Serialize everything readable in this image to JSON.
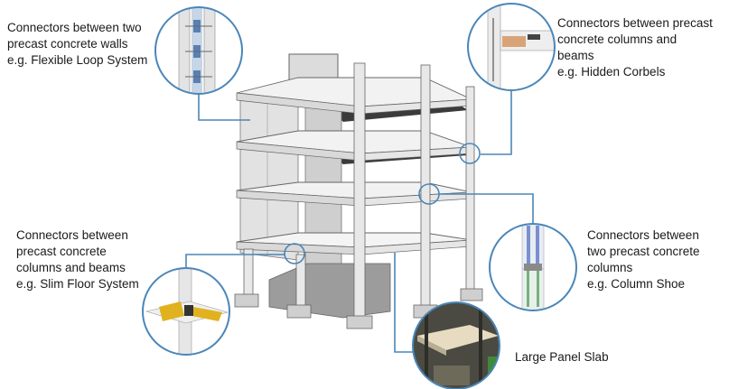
{
  "callouts": {
    "walls": {
      "lines": [
        "Connectors between two",
        "precast concrete walls",
        "e.g. Flexible Loop System"
      ]
    },
    "hidden_corbels": {
      "lines": [
        "Connectors between precast",
        "concrete columns and",
        "beams",
        "e.g. Hidden Corbels"
      ]
    },
    "slim_floor": {
      "lines": [
        "Connectors between",
        "precast concrete",
        "columns and beams",
        "e.g. Slim Floor System"
      ]
    },
    "column_shoe": {
      "lines": [
        "Connectors between",
        "two precast concrete",
        "columns",
        "e.g. Column Shoe"
      ]
    },
    "large_panel": {
      "lines": [
        "Large Panel Slab"
      ]
    }
  },
  "colors": {
    "callout_ring": "#4a86b8",
    "concrete_light": "#ececec",
    "concrete_mid": "#d6d6d6",
    "concrete_dark": "#bdbdbd",
    "slab_shadow": "#3a3a3a",
    "outline": "#555555"
  }
}
